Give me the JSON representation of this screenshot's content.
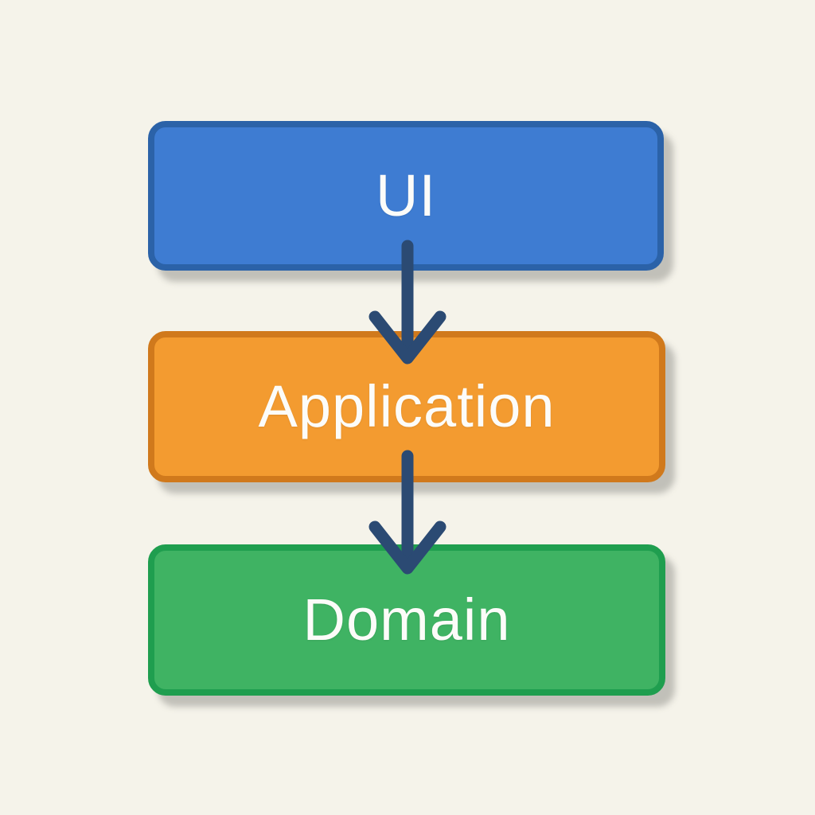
{
  "background_color": "#f5f3ea",
  "diagram": {
    "type": "layered-architecture-flow",
    "nodes": [
      {
        "id": "ui",
        "label": "UI",
        "fill": "#3e7cd2",
        "border": "#2b62a8"
      },
      {
        "id": "application",
        "label": "Application",
        "fill": "#f39b30",
        "border": "#d0791c"
      },
      {
        "id": "domain",
        "label": "Domain",
        "fill": "#3fb363",
        "border": "#1f9e4f"
      }
    ],
    "edges": [
      {
        "from": "ui",
        "to": "application",
        "direction": "down"
      },
      {
        "from": "application",
        "to": "domain",
        "direction": "down"
      }
    ],
    "arrow_color": "#2b4a73",
    "text_color": "#fcfcf9"
  }
}
